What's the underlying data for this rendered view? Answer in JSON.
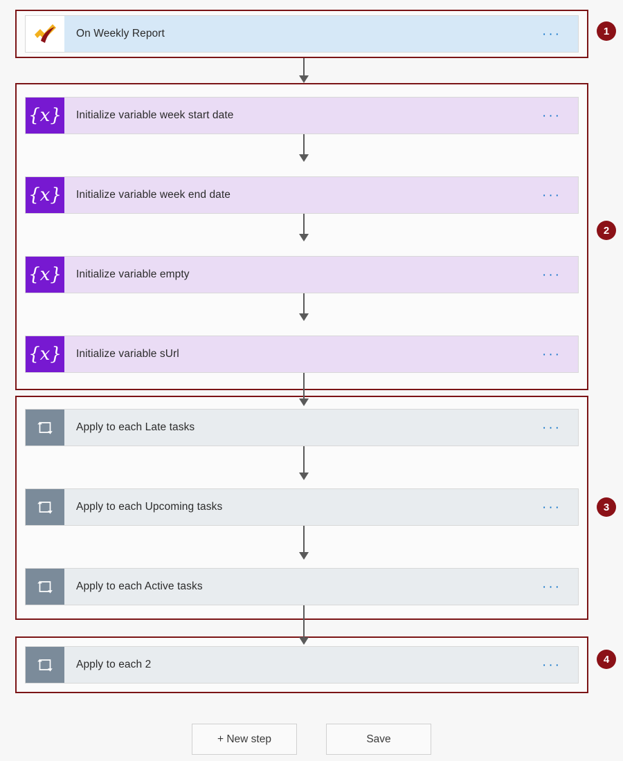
{
  "canvas": {
    "background_color": "#f7f7f7",
    "group_border_color": "#7b1416",
    "badge_color": "#8b1117",
    "accent_color": "#0f73c8",
    "connector_color": "#5a5a5a"
  },
  "groups": [
    {
      "badge": "1",
      "name": "trigger-group"
    },
    {
      "badge": "2",
      "name": "initialize-variables-group"
    },
    {
      "badge": "3",
      "name": "task-loops-group"
    },
    {
      "badge": "4",
      "name": "final-loop-group"
    }
  ],
  "steps": [
    {
      "id": "on-weekly-report",
      "title": "On Weekly Report",
      "type": "trigger",
      "icon": "weekly-report-chart-icon",
      "menu_label": "···"
    },
    {
      "id": "init-week-start-date",
      "title": "Initialize variable week start date",
      "type": "variable",
      "icon": "variable-braces-x-icon",
      "menu_label": "···"
    },
    {
      "id": "init-week-end-date",
      "title": "Initialize variable week end date",
      "type": "variable",
      "icon": "variable-braces-x-icon",
      "menu_label": "···"
    },
    {
      "id": "init-empty",
      "title": "Initialize variable empty",
      "type": "variable",
      "icon": "variable-braces-x-icon",
      "menu_label": "···"
    },
    {
      "id": "init-surl",
      "title": "Initialize variable sUrl",
      "type": "variable",
      "icon": "variable-braces-x-icon",
      "menu_label": "···"
    },
    {
      "id": "apply-each-late-tasks",
      "title": "Apply to each Late tasks",
      "type": "loop",
      "icon": "loop-repeat-icon",
      "menu_label": "···"
    },
    {
      "id": "apply-each-upcoming-tasks",
      "title": "Apply to each Upcoming tasks",
      "type": "loop",
      "icon": "loop-repeat-icon",
      "menu_label": "···"
    },
    {
      "id": "apply-each-active-tasks",
      "title": "Apply to each Active tasks",
      "type": "loop",
      "icon": "loop-repeat-icon",
      "menu_label": "···"
    },
    {
      "id": "apply-each-2",
      "title": "Apply to each 2",
      "type": "loop",
      "icon": "loop-repeat-icon",
      "menu_label": "···"
    }
  ],
  "footer": {
    "new_step_label": "+ New step",
    "save_label": "Save"
  }
}
